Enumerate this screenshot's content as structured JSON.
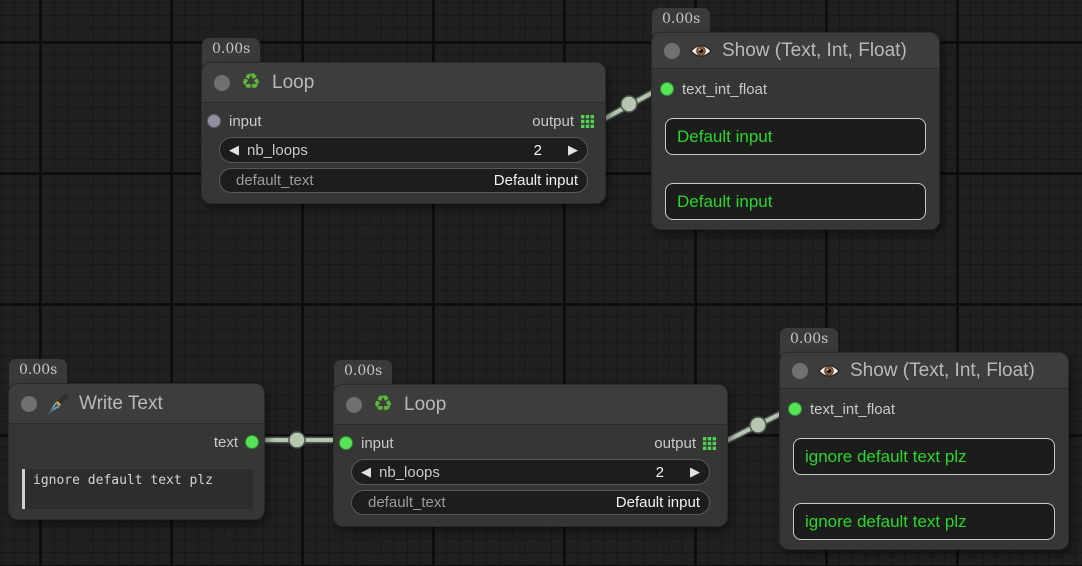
{
  "colors": {
    "accent_green_text": "#2bd62b",
    "socket_connected": "#57e357",
    "socket_idle": "#8f8fa0",
    "wire": "#b7c6b0",
    "output_grid_icon": "#4fd44f",
    "recycle_icon_green": "#5cb838"
  },
  "nodes": {
    "loop_top": {
      "timer": "0.00s",
      "title": "Loop",
      "icon": "recycle-icon",
      "input_label": "input",
      "output_label": "output",
      "stepper": {
        "label": "nb_loops",
        "value": "2"
      },
      "text_field": {
        "label": "default_text",
        "value": "Default input"
      }
    },
    "show_top": {
      "timer": "0.00s",
      "title": "Show (Text, Int, Float)",
      "icon": "eye-icon",
      "input_label": "text_int_float",
      "lines": [
        "Default input",
        "Default input"
      ]
    },
    "write_text": {
      "timer": "0.00s",
      "title": "Write Text",
      "icon": "pen-icon",
      "output_label": "text",
      "text_content": "ignore default text plz"
    },
    "loop_bottom": {
      "timer": "0.00s",
      "title": "Loop",
      "icon": "recycle-icon",
      "input_label": "input",
      "output_label": "output",
      "stepper": {
        "label": "nb_loops",
        "value": "2"
      },
      "text_field": {
        "label": "default_text",
        "value": "Default input"
      }
    },
    "show_bottom": {
      "timer": "0.00s",
      "title": "Show (Text, Int, Float)",
      "icon": "eye-icon",
      "input_label": "text_int_float",
      "lines": [
        "ignore default text plz",
        "ignore default text plz"
      ]
    }
  }
}
